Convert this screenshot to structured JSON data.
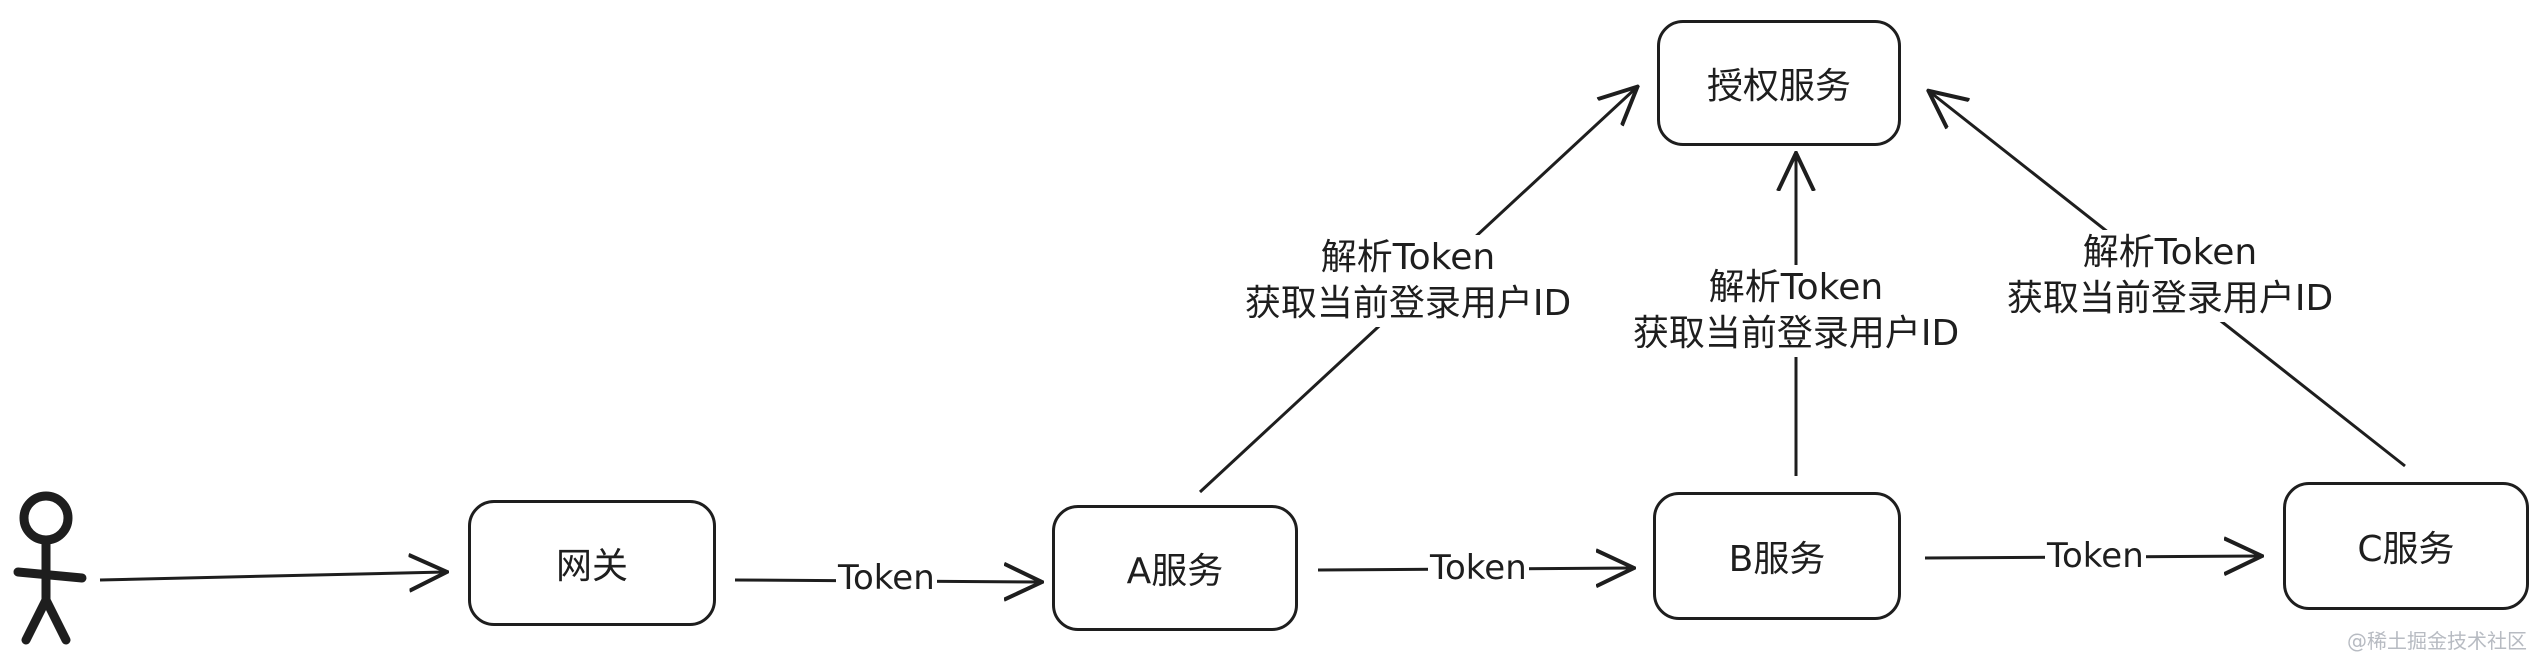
{
  "nodes": {
    "auth": "授权服务",
    "gateway": "网关",
    "service_a": "A服务",
    "service_b": "B服务",
    "service_c": "C服务"
  },
  "edge_labels": {
    "token": "Token",
    "parse_line1": "解析Token",
    "parse_line2": "获取当前登录用户ID"
  },
  "watermark": "@稀土掘金技术社区",
  "colors": {
    "stroke": "#1e1e1e",
    "background": "#ffffff"
  }
}
